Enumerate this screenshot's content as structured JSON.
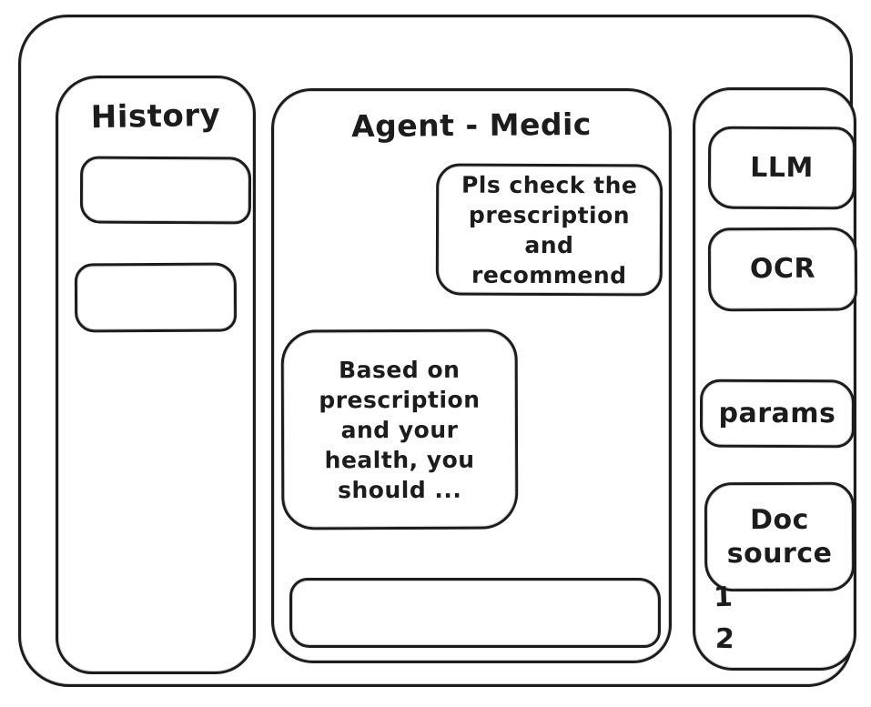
{
  "colors": {
    "stroke": "#1c1c1c",
    "background": "#ffffff"
  },
  "history_panel": {
    "title": "History",
    "items": [
      {
        "label": ""
      },
      {
        "label": ""
      }
    ]
  },
  "chat_panel": {
    "title": "Agent - Medic",
    "messages": [
      {
        "role": "user",
        "text": "Pls check the prescription and recommend"
      },
      {
        "role": "assistant",
        "text": "Based on prescription and your health, you should ..."
      }
    ],
    "input": {
      "value": ""
    }
  },
  "tools_panel": {
    "llm_button": "LLM",
    "ocr_button": "OCR",
    "params_button": "params",
    "doc_source_button": "Doc source",
    "doc_source_items": [
      "1",
      "2"
    ]
  }
}
